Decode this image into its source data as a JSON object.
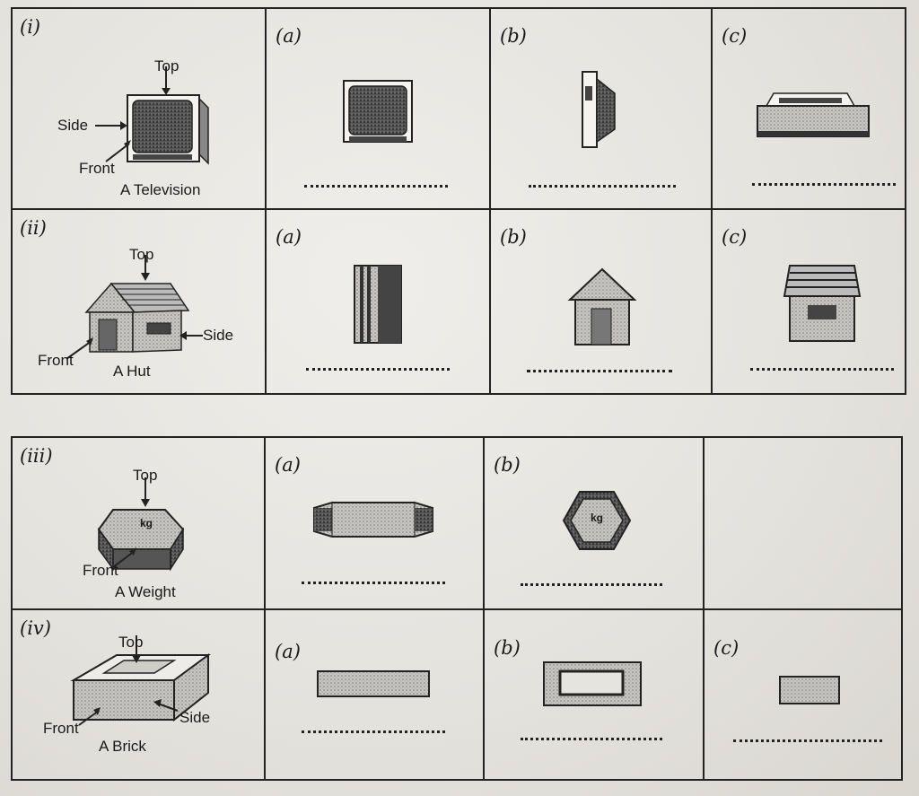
{
  "rows": [
    {
      "number": "(i)",
      "object": "A Television",
      "labels": {
        "top": "Top",
        "side": "Side",
        "front": "Front"
      },
      "options": [
        "(a)",
        "(b)",
        "(c)"
      ]
    },
    {
      "number": "(ii)",
      "object": "A Hut",
      "labels": {
        "top": "Top",
        "side": "Side",
        "front": "Front"
      },
      "options": [
        "(a)",
        "(b)",
        "(c)"
      ]
    },
    {
      "number": "(iii)",
      "object": "A Weight",
      "labels": {
        "top": "Top",
        "front": "Front"
      },
      "weight_mark": "kg",
      "options": [
        "(a)",
        "(b)"
      ]
    },
    {
      "number": "(iv)",
      "object": "A Brick",
      "labels": {
        "top": "Top",
        "side": "Side",
        "front": "Front"
      },
      "options": [
        "(a)",
        "(b)",
        "(c)"
      ]
    }
  ],
  "colors": {
    "ink": "#1a1a1a",
    "paper": "#e6e4df",
    "stipple": "#9a9894"
  }
}
